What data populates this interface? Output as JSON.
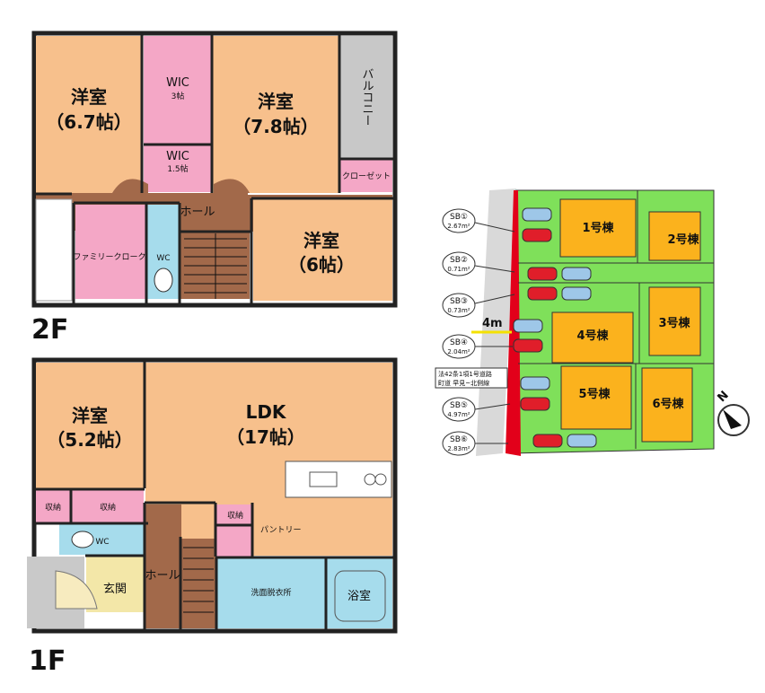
{
  "floor_2f": {
    "floor_label": "2F",
    "room_western_1_name": "洋室",
    "room_western_1_size": "（6.7帖）",
    "wic_1_name": "WIC",
    "wic_1_size": "3帖",
    "room_western_2_name": "洋室",
    "room_western_2_size": "（7.8帖）",
    "balcony": "バルコニー",
    "wic_2_name": "WIC",
    "wic_2_size": "1.5帖",
    "closet": "クローゼット",
    "hall": "ホール",
    "family_closet": "ファミリークローク",
    "wc": "WC",
    "room_western_3_name": "洋室",
    "room_western_3_size": "（6帖）"
  },
  "floor_1f": {
    "floor_label": "1F",
    "room_western_name": "洋室",
    "room_western_size": "（5.2帖）",
    "ldk_name": "LDK",
    "ldk_size": "（17帖）",
    "storage_1": "収納",
    "storage_2": "収納",
    "storage_3": "収納",
    "pantry": "パントリー",
    "wc": "WC",
    "hall": "ホール",
    "entrance": "玄関",
    "washroom": "洗面脱衣所",
    "bathroom": "浴室"
  },
  "site_plan": {
    "road_width": "4m",
    "road_note_line1": "法42条1項1号道路",
    "road_note_line2": "町道 早見~北側線",
    "lots": [
      "1号棟",
      "2号棟",
      "3号棟",
      "4号棟",
      "5号棟",
      "6号棟"
    ],
    "sb_markers": [
      {
        "name": "SB①",
        "area": "2.67m²"
      },
      {
        "name": "SB②",
        "area": "0.71m²"
      },
      {
        "name": "SB③",
        "area": "0.73m²"
      },
      {
        "name": "SB④",
        "area": "2.04m²"
      },
      {
        "name": "SB⑤",
        "area": "4.97m²"
      },
      {
        "name": "SB⑥",
        "area": "2.83m²"
      }
    ],
    "compass": "N"
  },
  "colors": {
    "room_orange": "#f7c08c",
    "wic_pink": "#f4a7c6",
    "hall_brown": "#a2694a",
    "wc_blue": "#a6dcec",
    "balcony_gray": "#c8c8c8",
    "site_green": "#7fe05a",
    "lot_yellow": "#fbb21d",
    "road_red": "#e2001a"
  }
}
